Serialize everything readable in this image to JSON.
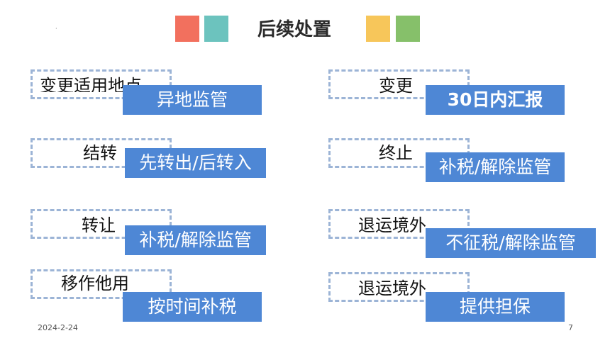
{
  "header": {
    "title": "后续处置",
    "colors": [
      "#f2705e",
      "#6cc3be",
      "#f7c65a",
      "#86c06a"
    ],
    "dot": "·"
  },
  "left": [
    {
      "label": "变更适用地点",
      "action": "异地监管"
    },
    {
      "label": "结转",
      "action": "先转出/后转入"
    },
    {
      "label": "转让",
      "action": "补税/解除监管"
    },
    {
      "label": "移作他用",
      "action": "按时间补税"
    }
  ],
  "right": [
    {
      "label": "变更",
      "action": "30日内汇报"
    },
    {
      "label": "终止",
      "action": "补税/解除监管"
    },
    {
      "label": "退运境外",
      "action": "不征税/解除监管"
    },
    {
      "label": "退运境外",
      "action": "提供担保"
    }
  ],
  "footer": {
    "date": "2024-2-24",
    "page": "7"
  }
}
